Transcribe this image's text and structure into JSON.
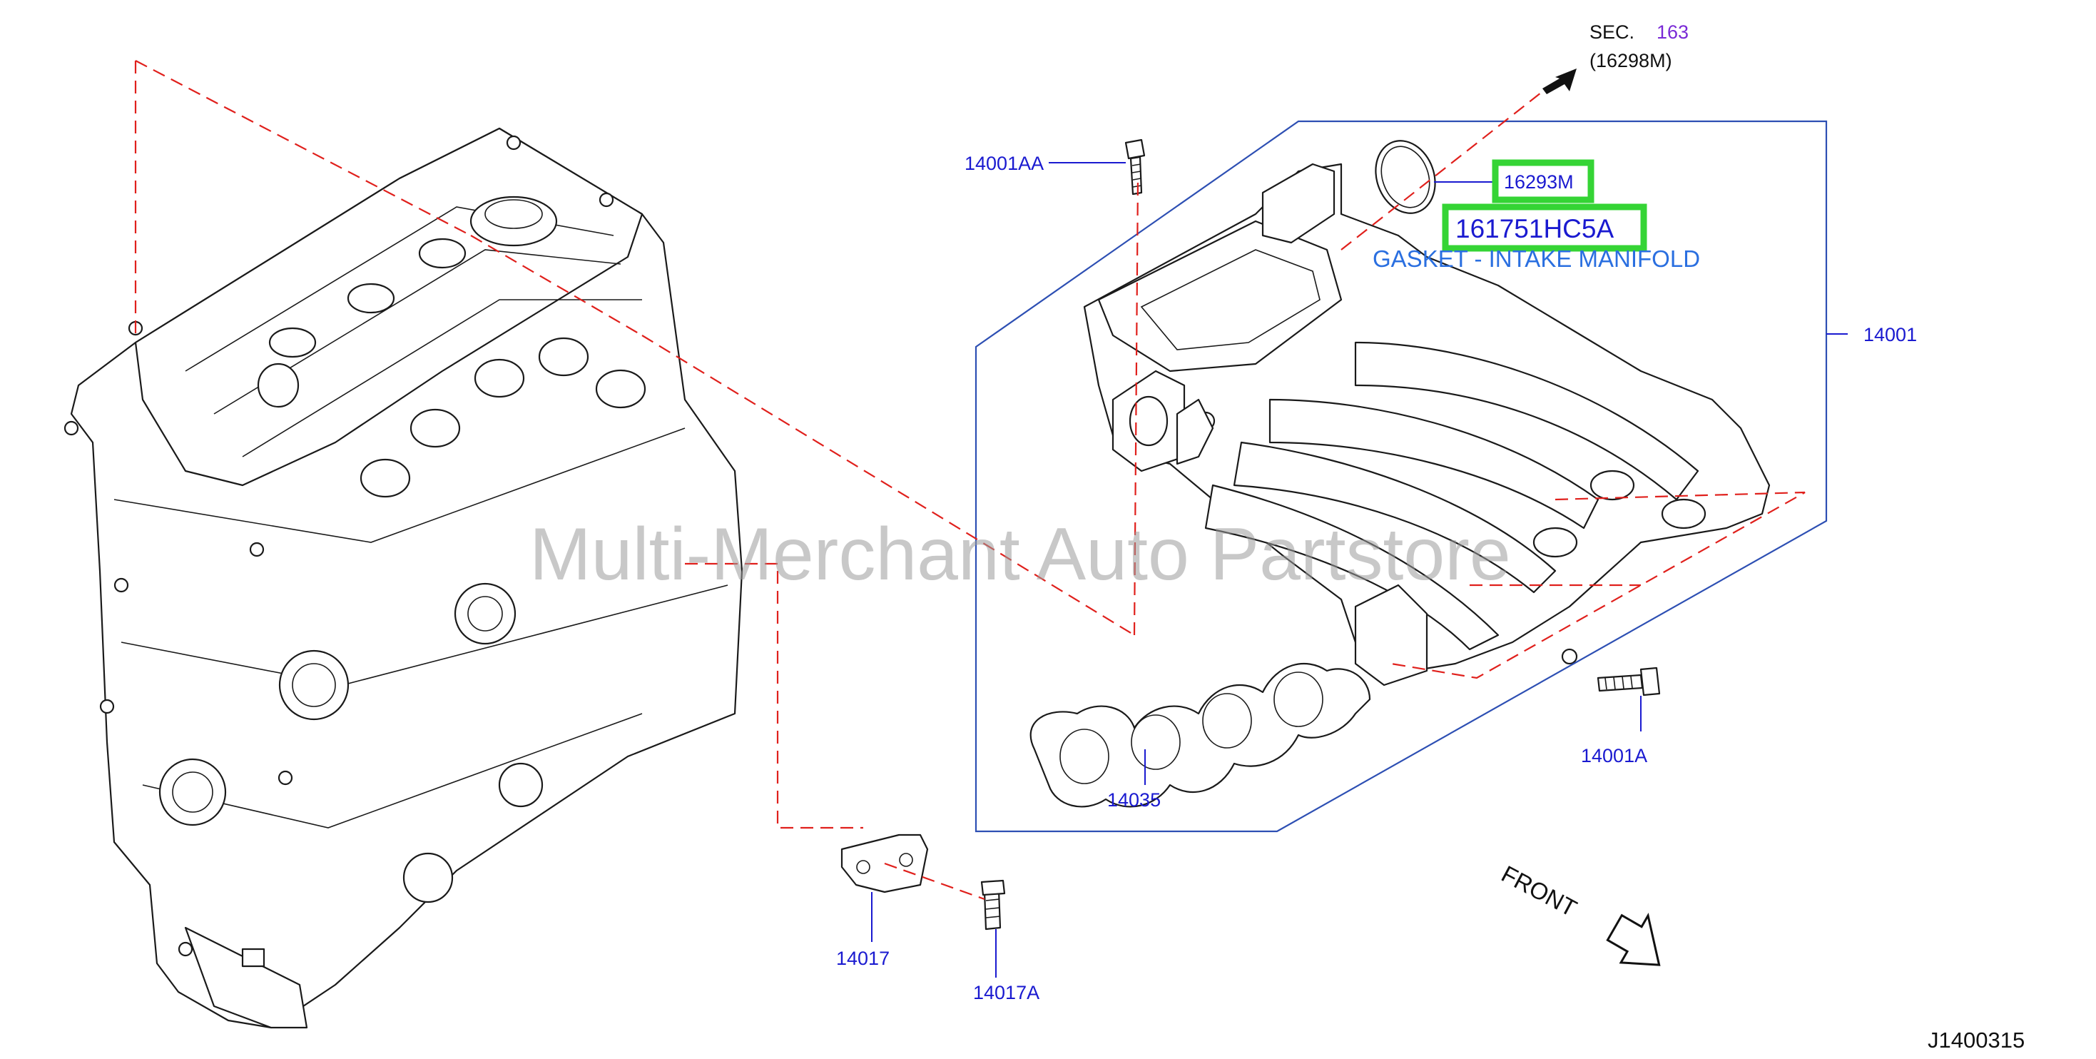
{
  "sec_ref": {
    "prefix": "SEC.",
    "number": "163",
    "sub": "(16298M)"
  },
  "labels": {
    "p14001AA": "14001AA",
    "p14001": "14001",
    "p14035": "14035",
    "p14001A": "14001A",
    "p14017": "14017",
    "p14017A": "14017A"
  },
  "highlight": {
    "part_code": "16293M",
    "part_number": "161751HC5A",
    "description": "GASKET - INTAKE MANIFOLD"
  },
  "watermark": "Multi-Merchant Auto Partstore",
  "front_label": "FRONT",
  "diagram_id": "J1400315",
  "colors": {
    "label_blue": "#1a1ad0",
    "sec_purple": "#7a2ad6",
    "highlight_green": "#35d435",
    "dash_red": "#e0201c",
    "frame_blue": "#2d4fb3",
    "description_blue": "#2a6fe0"
  }
}
